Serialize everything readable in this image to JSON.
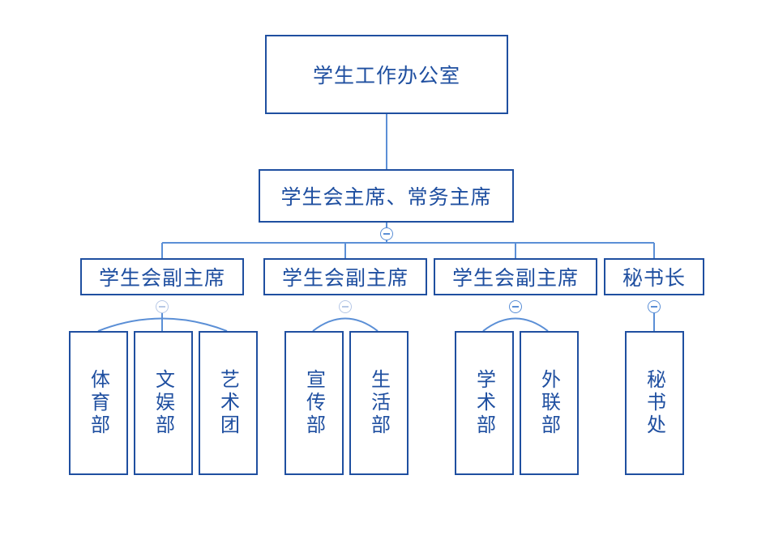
{
  "root": {
    "label": "学生工作办公室"
  },
  "level1": {
    "label": "学生会主席、常务主席"
  },
  "level2": [
    {
      "label": "学生会副主席",
      "children": [
        "体育部",
        "文娱部",
        "艺术团"
      ]
    },
    {
      "label": "学生会副主席",
      "children": [
        "宣传部",
        "生活部"
      ]
    },
    {
      "label": "学生会副主席",
      "children": [
        "学术部",
        "外联部"
      ]
    },
    {
      "label": "秘书长",
      "children": [
        "秘书处"
      ]
    }
  ],
  "colors": {
    "line": "#5b8fd6",
    "box_border": "#1f4fa0",
    "text": "#1f4fa0"
  },
  "icons": {
    "collapse": "collapse-minus-icon"
  }
}
